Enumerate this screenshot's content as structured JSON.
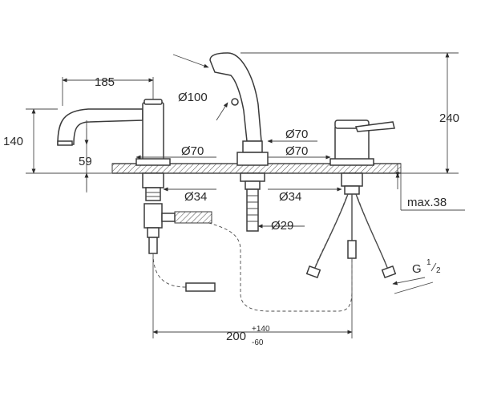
{
  "dimensions": {
    "spout_width": "185",
    "spout_height": "140",
    "spout_offset": "59",
    "shower_diameter": "Ø100",
    "flange_left": "Ø70",
    "flange_mid": "Ø70",
    "flange_right": "Ø70",
    "bore_left": "Ø34",
    "bore_right": "Ø34",
    "bore_shower": "Ø29",
    "total_height": "240",
    "max_thickness": "max.38",
    "thread": "G",
    "thread_num": "1",
    "thread_den": "2",
    "spacing": "200",
    "spacing_plus": "+140",
    "spacing_minus": "-60"
  }
}
